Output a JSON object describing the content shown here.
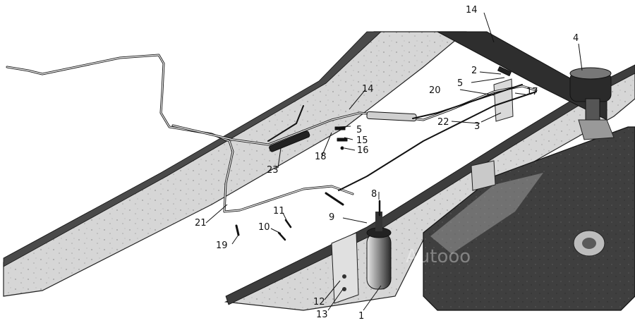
{
  "callouts": [
    {
      "id": "c1",
      "text": "1"
    },
    {
      "id": "c2",
      "text": "2"
    },
    {
      "id": "c3",
      "text": "3"
    },
    {
      "id": "c4",
      "text": "4"
    },
    {
      "id": "c5a",
      "text": "5"
    },
    {
      "id": "c5b",
      "text": "5"
    },
    {
      "id": "c8",
      "text": "8"
    },
    {
      "id": "c9",
      "text": "9"
    },
    {
      "id": "c10",
      "text": "10"
    },
    {
      "id": "c11",
      "text": "11"
    },
    {
      "id": "c12",
      "text": "12"
    },
    {
      "id": "c13",
      "text": "13"
    },
    {
      "id": "c14a",
      "text": "14"
    },
    {
      "id": "c14b",
      "text": "14"
    },
    {
      "id": "c15",
      "text": "15"
    },
    {
      "id": "c16",
      "text": "16"
    },
    {
      "id": "c17",
      "text": "17"
    },
    {
      "id": "c18",
      "text": "18"
    },
    {
      "id": "c19",
      "text": "19"
    },
    {
      "id": "c20",
      "text": "20"
    },
    {
      "id": "c21",
      "text": "21"
    },
    {
      "id": "c22",
      "text": "22"
    },
    {
      "id": "c23",
      "text": "23"
    }
  ],
  "watermark": "Autooo"
}
